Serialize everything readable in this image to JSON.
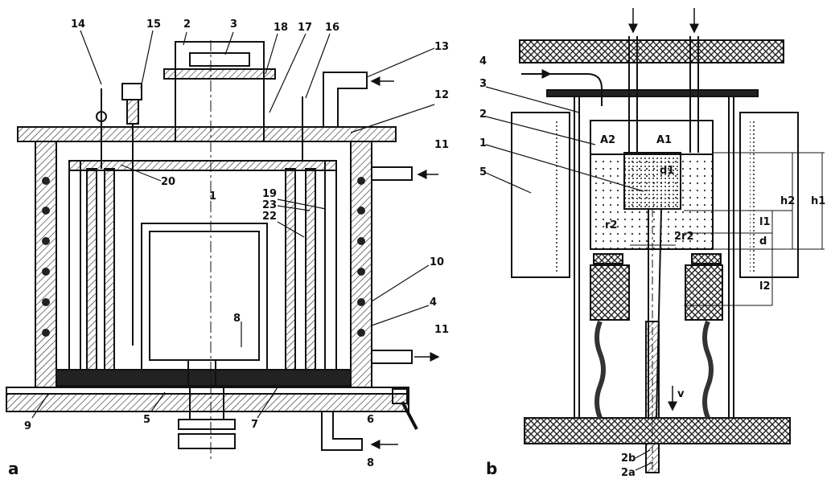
{
  "panel_a": {
    "panel_label": "a",
    "callouts": [
      "14",
      "15",
      "2",
      "3",
      "18",
      "17",
      "16",
      "13",
      "12",
      "11",
      "1",
      "19",
      "23",
      "22",
      "20",
      "10",
      "4",
      "8",
      "11",
      "9",
      "5",
      "7",
      "6",
      "8"
    ]
  },
  "panel_b": {
    "panel_label": "b",
    "callouts": [
      "4",
      "3",
      "2",
      "1",
      "5",
      "A2",
      "A1",
      "d1",
      "r2",
      "2r2",
      "h1",
      "h2",
      "l1",
      "d",
      "l2",
      "2b",
      "2a",
      "v"
    ]
  },
  "icons": [
    "inflow-arrow-icon",
    "outflow-arrow-icon",
    "heating-coil-icon",
    "crosshatch-insulation-icon"
  ]
}
